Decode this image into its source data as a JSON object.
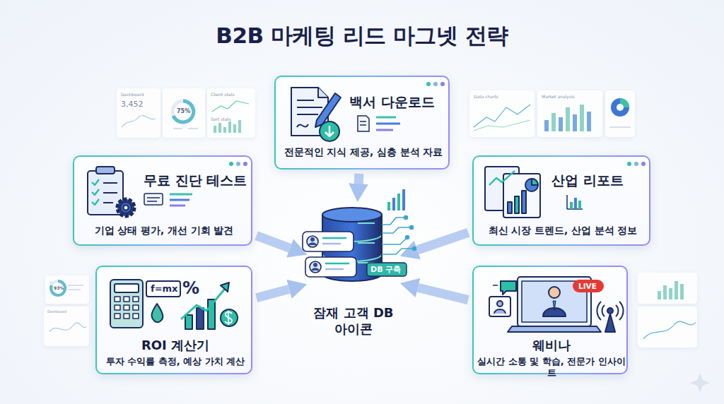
{
  "diagram": {
    "title": "B2B 마케팅 리드 마그넷 전략",
    "nodes": [
      {
        "text": [
          "백서 다운로드",
          "전문적인 지식 제공, 심층 분석 자료"
        ]
      },
      {
        "text": [
          "무료 진단 테스트",
          "기업 상태 평가, 개선 기회 발견"
        ]
      },
      {
        "text": [
          "산업 리포트",
          "최신 시장 트렌드, 산업 분석 정보"
        ]
      },
      {
        "text": [
          "잠재 고객 DB 아이콘"
        ]
      },
      {
        "text": [
          "ROI 계산기",
          "투자 수익률 측정, 예상 가치 계산"
        ]
      },
      {
        "text": [
          "웨비나",
          "실시간 소통 및 학습, 전문가 인사이트"
        ]
      }
    ],
    "edges": [
      {
        "from": 0,
        "to": 3,
        "arrow": "to"
      },
      {
        "from": 1,
        "to": 3,
        "arrow": "to"
      },
      {
        "from": 2,
        "to": 3,
        "arrow": "to"
      },
      {
        "from": 4,
        "to": 3,
        "arrow": "to"
      },
      {
        "from": 5,
        "to": 3,
        "arrow": "to"
      }
    ],
    "labels": [
      "Dashboard",
      "3,452",
      "75%",
      "Client stats",
      "Sort stats",
      "Data charts",
      "Market analysis",
      "93%",
      "Dashboard",
      "f=mx",
      "%",
      "LIVE",
      "DB 구축"
    ]
  }
}
